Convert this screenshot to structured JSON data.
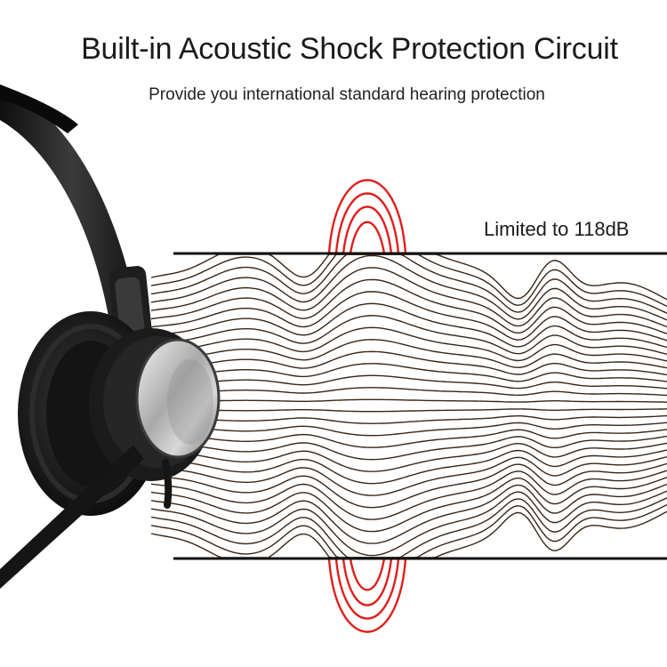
{
  "headline": "Built-in Acoustic Shock Protection Circuit",
  "subline": "Provide you international standard hearing protection",
  "limit_label": "Limited to 118dB",
  "colors": {
    "wave": "#3a2516",
    "clipped_peak": "#e0201c",
    "limit_line": "#111111",
    "headset_body": "#1c1c1c",
    "earcup_metal": "#b9b9b9"
  },
  "icons": {
    "headset": "headset-image",
    "soundwave": "soundwave-graphic"
  }
}
